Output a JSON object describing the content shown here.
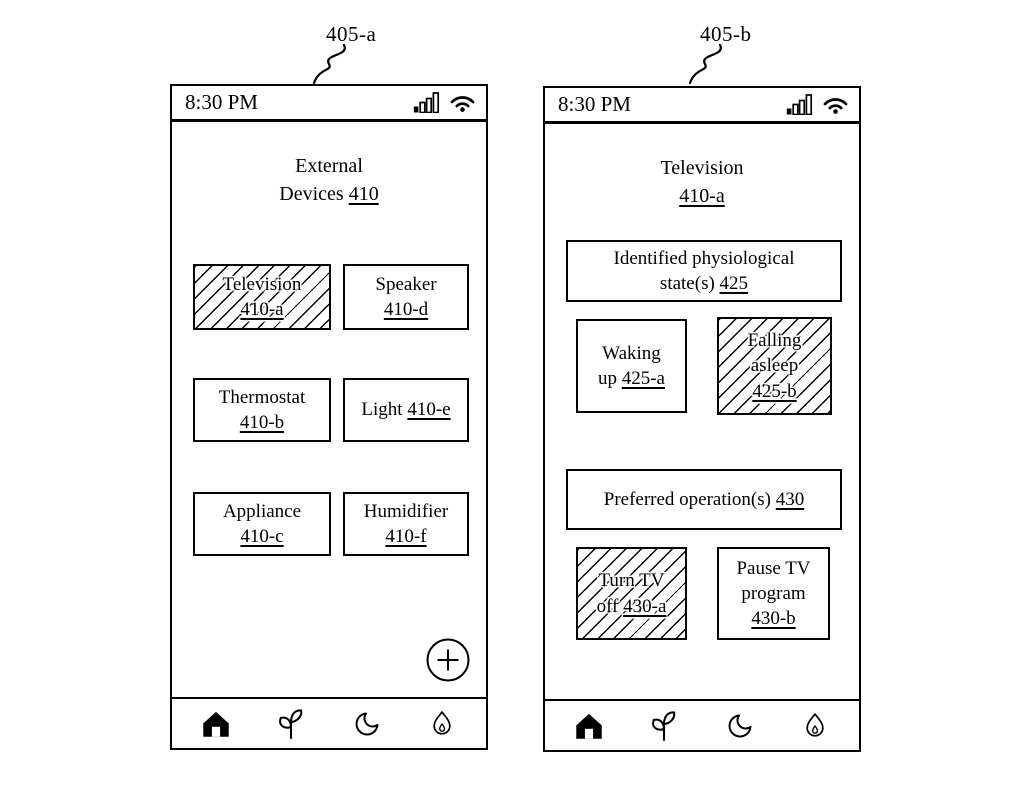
{
  "figure": {
    "background": "#ffffff",
    "ink_color": "#000000"
  },
  "phoneA": {
    "label": "405-a",
    "status": {
      "time": "8:30 PM",
      "icons": [
        "signal-bars-icon",
        "wifi-icon"
      ]
    },
    "title": {
      "line1": "External",
      "line2": "Devices",
      "ref": "410"
    },
    "devices": [
      {
        "name": "Television",
        "ref": "410-a",
        "hatched": true
      },
      {
        "name": "Speaker",
        "ref": "410-d",
        "hatched": false
      },
      {
        "name": "Thermostat",
        "ref": "410-b",
        "hatched": false
      },
      {
        "name": "Light",
        "ref": "410-e",
        "hatched": false
      },
      {
        "name": "Appliance",
        "ref": "410-c",
        "hatched": false
      },
      {
        "name": "Humidifier",
        "ref": "410-f",
        "hatched": false
      }
    ],
    "add_button_label": "+",
    "nav_icons": [
      "home",
      "plant",
      "moon",
      "flame"
    ]
  },
  "phoneB": {
    "label": "405-b",
    "status": {
      "time": "8:30 PM",
      "icons": [
        "signal-bars-icon",
        "wifi-icon"
      ]
    },
    "title": {
      "line1": "Television",
      "ref": "410-a"
    },
    "states_header": {
      "line1": "Identified physiological",
      "line2": "state(s)",
      "ref": "425"
    },
    "states": [
      {
        "line1": "Waking",
        "line2": "up",
        "ref": "425-a",
        "hatched": false
      },
      {
        "line1": "Falling",
        "line2": "asleep",
        "ref": "425-b",
        "hatched": true
      }
    ],
    "operations_header": {
      "text": "Preferred operation(s)",
      "ref": "430"
    },
    "operations": [
      {
        "line1": "Turn TV",
        "line2": "off",
        "ref": "430-a",
        "hatched": true
      },
      {
        "line1": "Pause TV",
        "line2": "program",
        "ref": "430-b",
        "hatched": false
      }
    ],
    "nav_icons": [
      "home",
      "plant",
      "moon",
      "flame"
    ]
  }
}
